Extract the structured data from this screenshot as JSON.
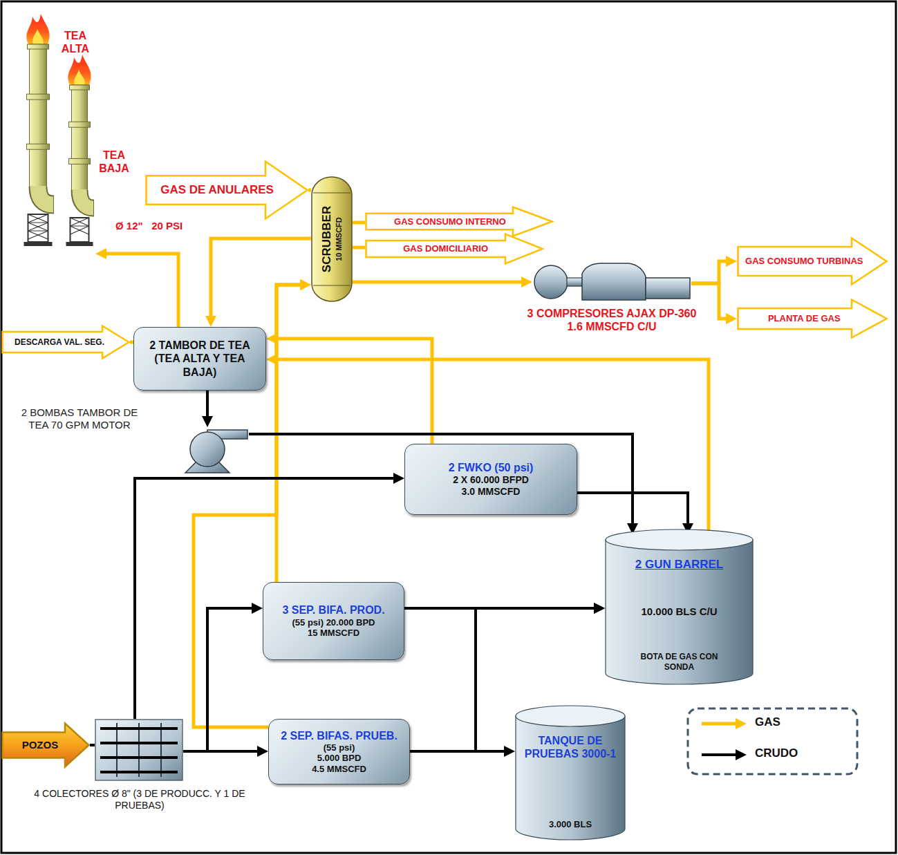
{
  "diagram": {
    "nodes": [
      {
        "text": [
          "TEA ALTA"
        ]
      },
      {
        "text": [
          "TEA BAJA"
        ]
      },
      {
        "text": [
          "GAS DE ANULARES"
        ]
      },
      {
        "text": [
          "SCRUBBER",
          "10 MMSCFD"
        ]
      },
      {
        "text": [
          "GAS CONSUMO INTERNO"
        ]
      },
      {
        "text": [
          "GAS DOMICILIARIO"
        ]
      },
      {
        "text": [
          "3 COMPRESORES AJAX DP-360",
          "1.6 MMSCFD C/U"
        ]
      },
      {
        "text": [
          "GAS CONSUMO TURBINAS"
        ]
      },
      {
        "text": [
          "PLANTA DE GAS"
        ]
      },
      {
        "text": [
          "DESCARGA VAL. SEG."
        ]
      },
      {
        "text": [
          "2 TAMBOR DE TEA (TEA ALTA Y TEA BAJA)"
        ]
      },
      {
        "text": [
          "2 BOMBAS TAMBOR DE TEA 70 GPM MOTOR"
        ]
      },
      {
        "text": [
          "2 FWKO (50 psi)",
          "2 X 60.000 BFPD",
          "3.0 MMSCFD"
        ]
      },
      {
        "text": [
          "2 GUN BARREL",
          "10.000 BLS C/U",
          "BOTA DE GAS CON SONDA"
        ]
      },
      {
        "text": [
          "3 SEP. BIFA. PROD.",
          "(55 psi) 20.000 BPD",
          "15 MMSCFD"
        ]
      },
      {
        "text": [
          "2 SEP. BIFAS. PRUEB.",
          "(55 psi)",
          "5.000 BPD",
          "4.5 MMSCFD"
        ]
      },
      {
        "text": [
          "TANQUE DE PRUEBAS 3000-1",
          "3.000 BLS"
        ]
      },
      {
        "text": [
          "POZOS"
        ]
      },
      {
        "text": [
          "4 COLECTORES Ø 8\" (3 DE PRODUCC. Y 1 DE PRUEBAS)"
        ]
      }
    ],
    "edges": [
      {
        "from": 2,
        "to": 3,
        "arrow": "none"
      },
      {
        "from": 3,
        "to": 4,
        "arrow": "none"
      },
      {
        "from": 3,
        "to": 5,
        "arrow": "none"
      },
      {
        "from": 3,
        "to": 6,
        "arrow": "to"
      },
      {
        "from": 6,
        "to": 7,
        "arrow": "to"
      },
      {
        "from": 6,
        "to": 8,
        "arrow": "to"
      },
      {
        "from": 3,
        "to": 10,
        "arrow": "to"
      },
      {
        "from": 10,
        "to": 1,
        "arrow": "to",
        "label": "Ø 12\"   20 PSI"
      },
      {
        "from": 9,
        "to": 10,
        "arrow": "none"
      },
      {
        "from": 12,
        "to": 10,
        "arrow": "to"
      },
      {
        "from": 13,
        "to": 10,
        "arrow": "to"
      },
      {
        "from": 14,
        "to": 3,
        "arrow": "to"
      },
      {
        "from": 15,
        "to": 3,
        "arrow": "to"
      },
      {
        "from": 17,
        "to": 18,
        "arrow": "none"
      },
      {
        "from": 18,
        "to": 12,
        "arrow": "to"
      },
      {
        "from": 18,
        "to": 14,
        "arrow": "to"
      },
      {
        "from": 18,
        "to": 15,
        "arrow": "to"
      },
      {
        "from": 14,
        "to": 13,
        "arrow": "to"
      },
      {
        "from": 15,
        "to": 13,
        "arrow": "to"
      },
      {
        "from": 15,
        "to": 16,
        "arrow": "to"
      },
      {
        "from": 12,
        "to": 13,
        "arrow": "to"
      },
      {
        "from": 10,
        "to": 11,
        "arrow": "to"
      },
      {
        "from": 11,
        "to": 13,
        "arrow": "to"
      }
    ],
    "legend": [
      {
        "text": "GAS"
      },
      {
        "text": "CRUDO"
      }
    ]
  }
}
